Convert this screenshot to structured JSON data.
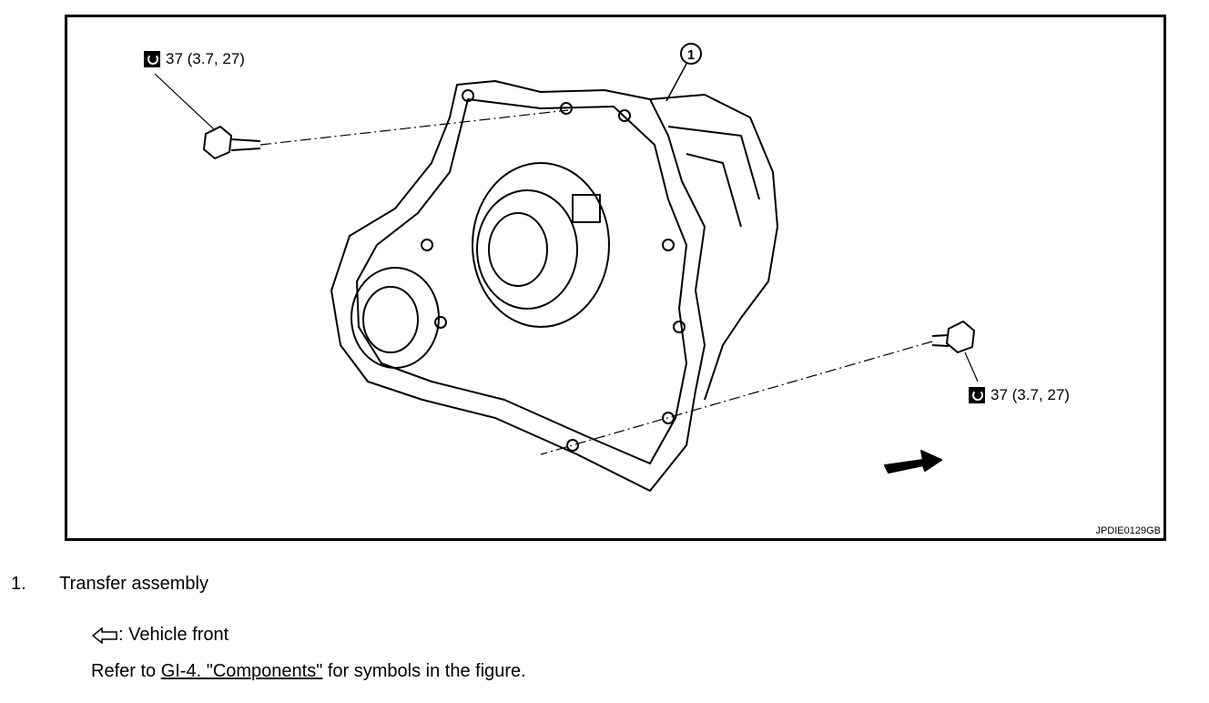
{
  "figure": {
    "part_number_callout": "1",
    "torque_top": "37 (3.7, 27)",
    "torque_right": "37 (3.7, 27)",
    "figure_code": "JPDIE0129GB",
    "icons": [
      "torque-wrench-icon",
      "vehicle-front-arrow-icon"
    ]
  },
  "legend": {
    "items": [
      {
        "number": "1.",
        "label": "Transfer assembly"
      }
    ]
  },
  "notes": {
    "vehicle_front": ": Vehicle front",
    "refer_prefix": "Refer to ",
    "refer_link": "GI-4. \"Components\"",
    "refer_suffix": " for symbols in the figure."
  }
}
